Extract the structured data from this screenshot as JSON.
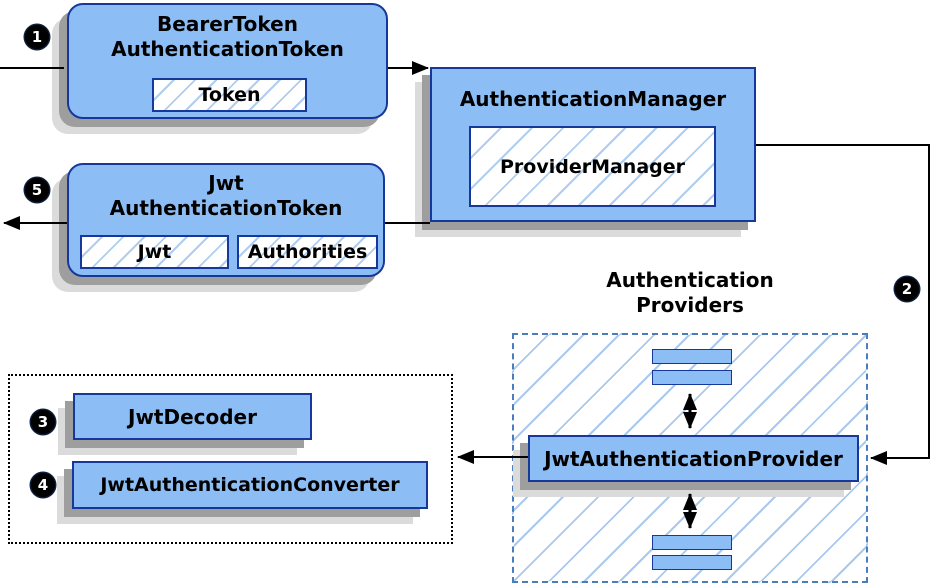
{
  "colors": {
    "box_fill": "#8CBEF5",
    "box_border": "#17389B",
    "hatch_line": "#A9C9EF",
    "group_dashed_border": "#4B7DBD",
    "helper_dotted_border": "#000000",
    "shadow_dark": "#9E9E9E",
    "shadow_light": "#DBDBDB",
    "arrow": "#000000",
    "badge_bg": "#000000",
    "badge_text": "#FFFFFF"
  },
  "nodes": {
    "bearer_token": {
      "title": [
        "BearerToken",
        "AuthenticationToken"
      ],
      "field": "Token"
    },
    "authentication_manager": {
      "title": "AuthenticationManager",
      "inner": "ProviderManager"
    },
    "jwt_authentication_token": {
      "title": [
        "Jwt",
        "AuthenticationToken"
      ],
      "fields": [
        "Jwt",
        "Authorities"
      ]
    },
    "providers_group": {
      "label": [
        "Authentication",
        "Providers"
      ]
    },
    "jwt_authentication_provider": {
      "title": "JwtAuthenticationProvider"
    },
    "jwt_decoder": {
      "title": "JwtDecoder"
    },
    "jwt_authentication_converter": {
      "title": "JwtAuthenticationConverter"
    }
  },
  "steps": {
    "s1": "1",
    "s2": "2",
    "s3": "3",
    "s4": "4",
    "s5": "5"
  }
}
